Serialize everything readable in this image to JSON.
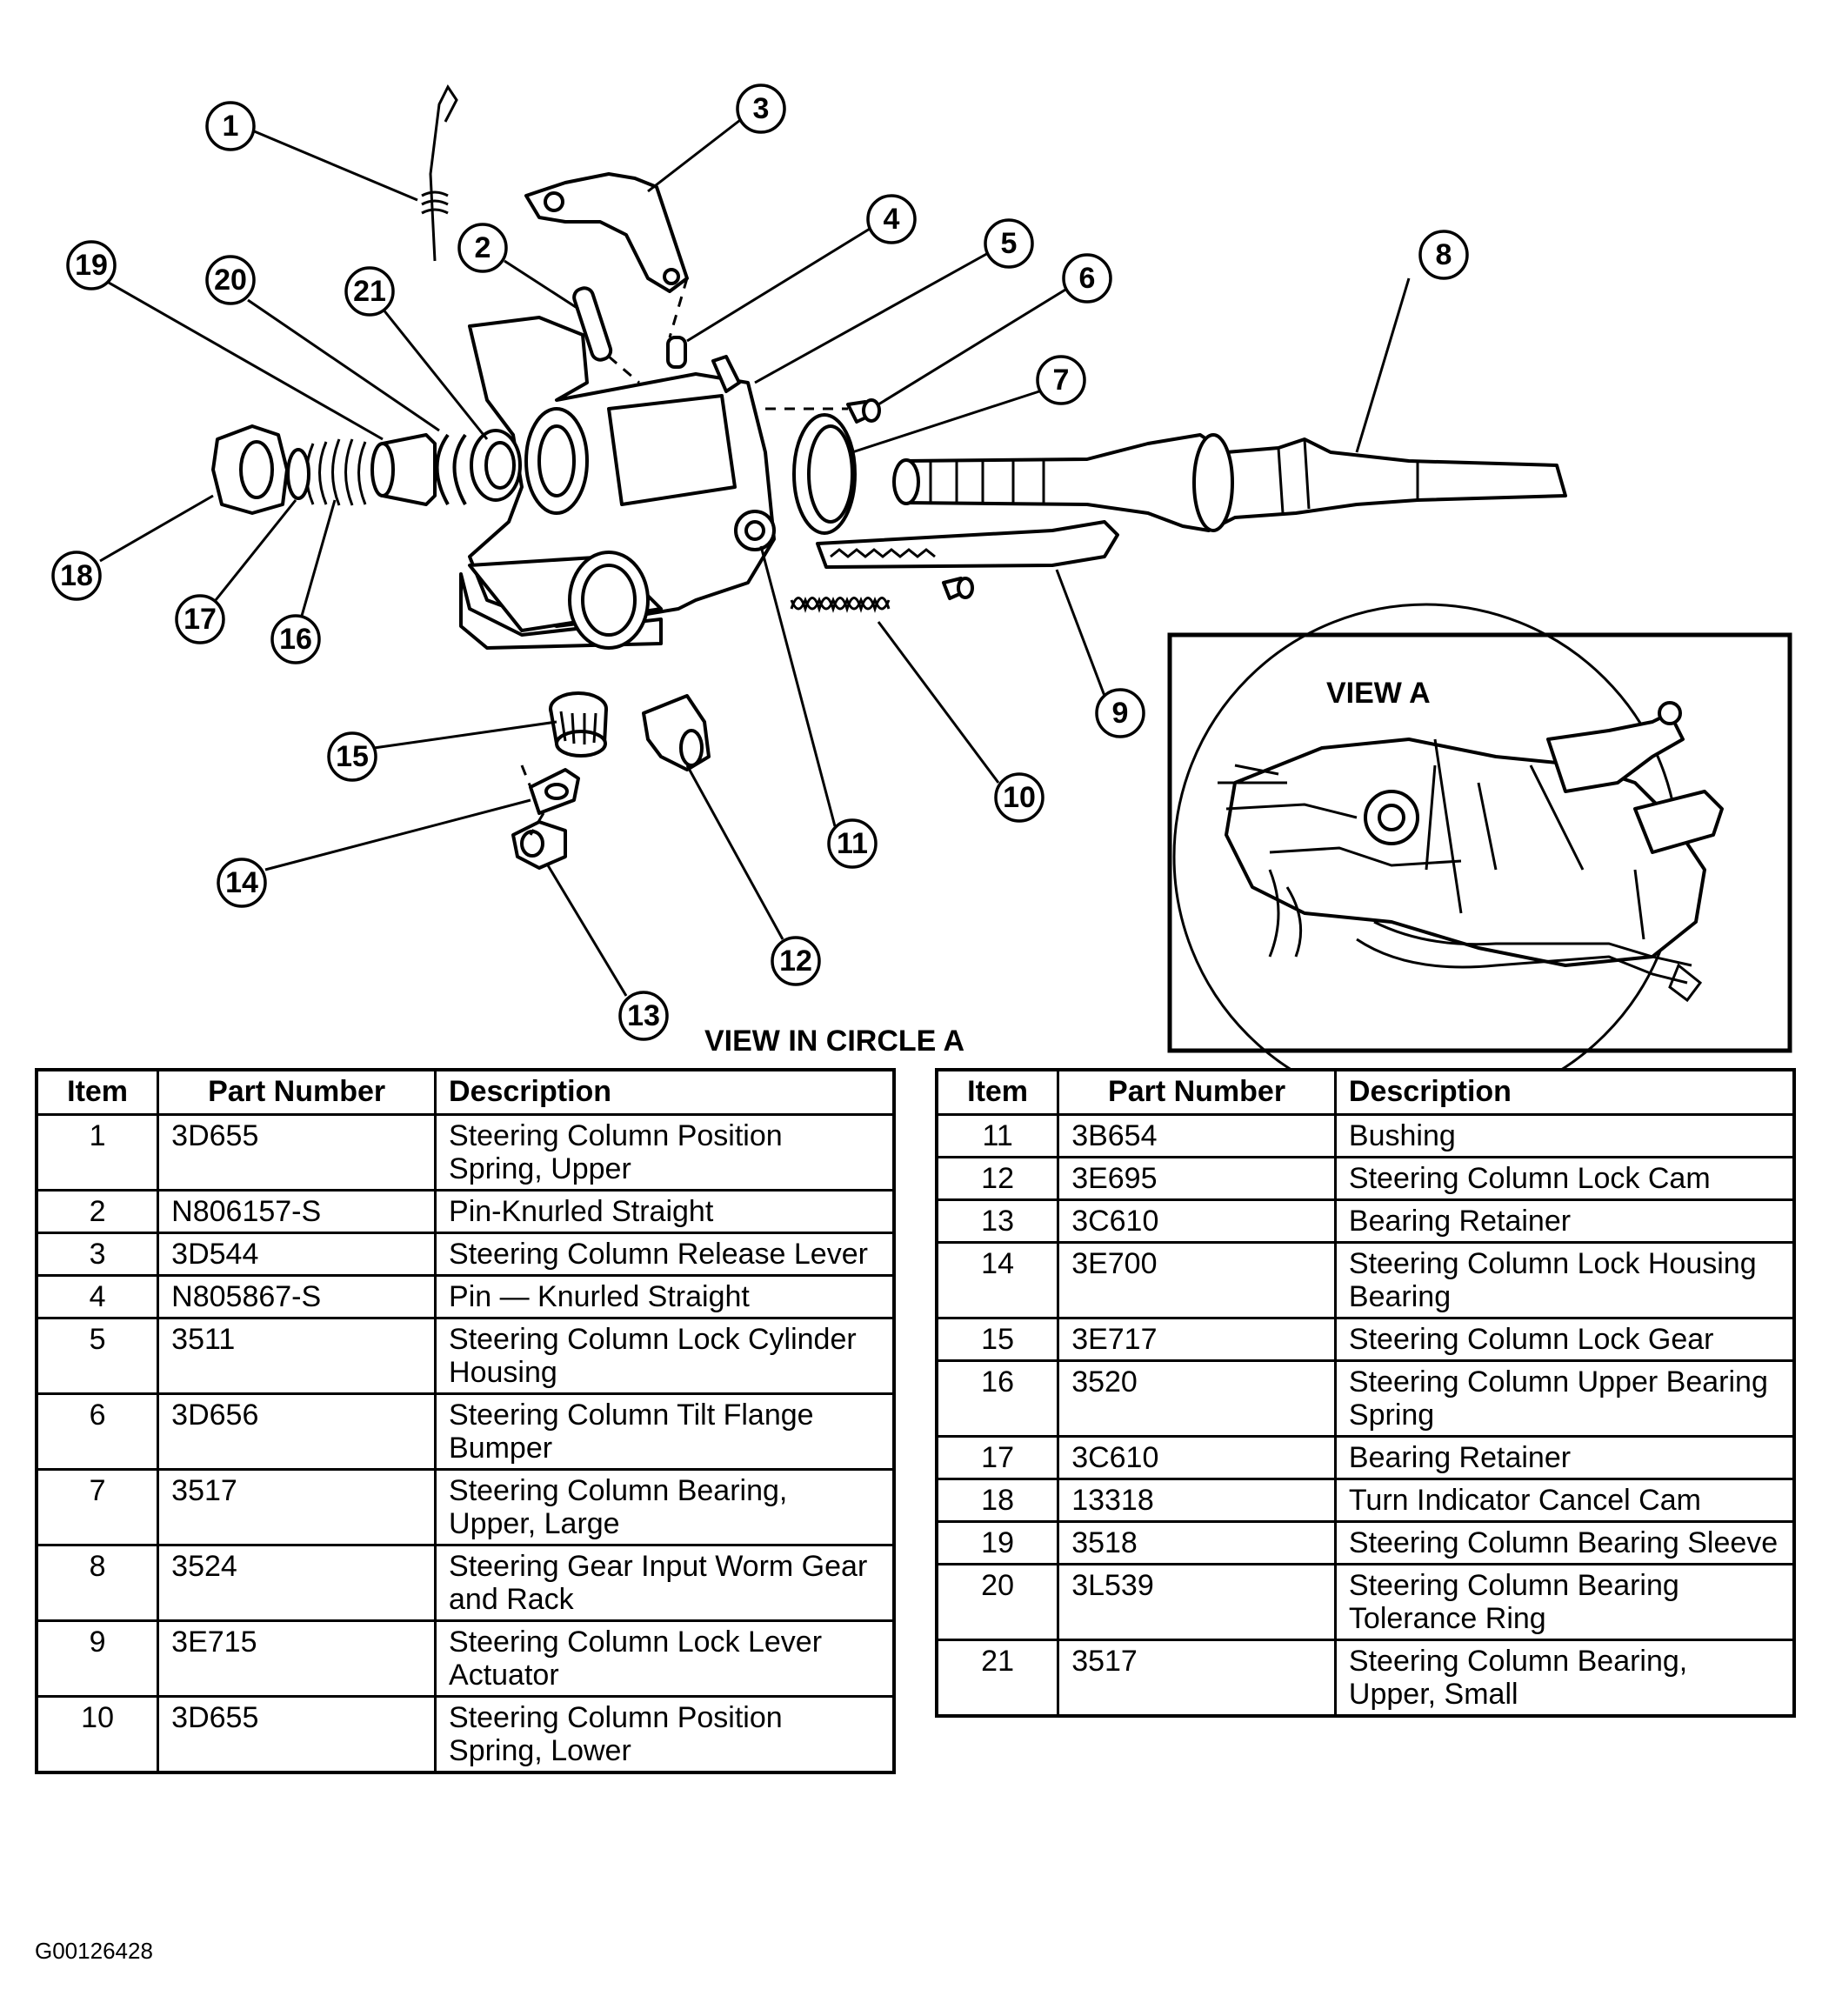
{
  "view_label": "VIEW A",
  "caption": "VIEW IN CIRCLE A",
  "code": "G00126428",
  "columns": {
    "item": "Item",
    "part_number": "Part Number",
    "description": "Description"
  },
  "callouts": [
    "1",
    "2",
    "3",
    "4",
    "5",
    "6",
    "7",
    "8",
    "9",
    "10",
    "11",
    "12",
    "13",
    "14",
    "15",
    "16",
    "17",
    "18",
    "19",
    "20",
    "21"
  ],
  "parts_left": [
    {
      "item": "1",
      "part": "3D655",
      "desc": "Steering Column Position Spring, Upper"
    },
    {
      "item": "2",
      "part": "N806157-S",
      "desc": "Pin-Knurled Straight"
    },
    {
      "item": "3",
      "part": "3D544",
      "desc": "Steering Column Release Lever"
    },
    {
      "item": "4",
      "part": "N805867-S",
      "desc": "Pin — Knurled Straight"
    },
    {
      "item": "5",
      "part": "3511",
      "desc": "Steering Column Lock Cylinder Housing"
    },
    {
      "item": "6",
      "part": "3D656",
      "desc": "Steering Column Tilt Flange Bumper"
    },
    {
      "item": "7",
      "part": "3517",
      "desc": "Steering Column Bearing, Upper, Large"
    },
    {
      "item": "8",
      "part": "3524",
      "desc": "Steering Gear Input Worm Gear and Rack"
    },
    {
      "item": "9",
      "part": "3E715",
      "desc": "Steering Column Lock Lever Actuator"
    },
    {
      "item": "10",
      "part": "3D655",
      "desc": "Steering Column Position Spring, Lower"
    }
  ],
  "parts_right": [
    {
      "item": "11",
      "part": "3B654",
      "desc": "Bushing"
    },
    {
      "item": "12",
      "part": "3E695",
      "desc": "Steering Column Lock Cam"
    },
    {
      "item": "13",
      "part": "3C610",
      "desc": "Bearing Retainer"
    },
    {
      "item": "14",
      "part": "3E700",
      "desc": "Steering Column Lock Housing Bearing"
    },
    {
      "item": "15",
      "part": "3E717",
      "desc": "Steering Column Lock Gear"
    },
    {
      "item": "16",
      "part": "3520",
      "desc": "Steering Column Upper Bearing Spring"
    },
    {
      "item": "17",
      "part": "3C610",
      "desc": "Bearing Retainer"
    },
    {
      "item": "18",
      "part": "13318",
      "desc": "Turn Indicator Cancel Cam"
    },
    {
      "item": "19",
      "part": "3518",
      "desc": "Steering Column Bearing Sleeve"
    },
    {
      "item": "20",
      "part": "3L539",
      "desc": "Steering Column Bearing Tolerance Ring"
    },
    {
      "item": "21",
      "part": "3517",
      "desc": "Steering Column Bearing, Upper, Small"
    }
  ]
}
